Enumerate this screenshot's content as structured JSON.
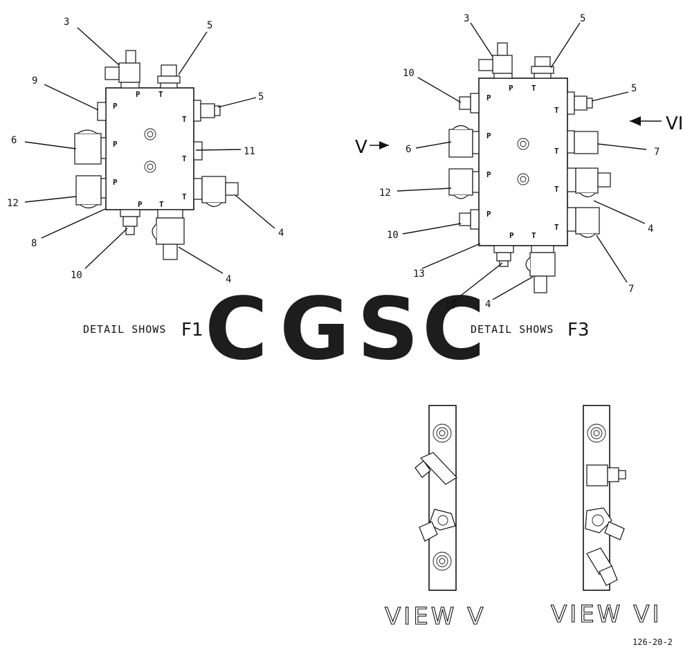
{
  "figure_id": "126-20-2",
  "detail_f1": {
    "caption_prefix": "DETAIL SHOWS",
    "caption_code": "F1",
    "callouts": [
      "3",
      "5",
      "9",
      "5",
      "6",
      "11",
      "12",
      "8",
      "10",
      "4",
      "4"
    ],
    "ports": [
      "P",
      "T",
      "P",
      "T",
      "P",
      "T",
      "P",
      "T",
      "P",
      "T",
      "P",
      "T"
    ]
  },
  "detail_f3": {
    "caption_prefix": "DETAIL SHOWS",
    "caption_code": "F3",
    "callouts": [
      "3",
      "5",
      "10",
      "5",
      "6",
      "7",
      "12",
      "4",
      "10",
      "7",
      "13",
      "10",
      "4"
    ],
    "ports": [
      "P",
      "T",
      "P",
      "T",
      "P",
      "T",
      "P",
      "T",
      "P",
      "T",
      "P",
      "T"
    ],
    "view_arrow_v": "V",
    "view_arrow_vi": "VI"
  },
  "view_v": {
    "label": "VIEW V"
  },
  "view_vi": {
    "label": "VIEW VI"
  },
  "watermark": {
    "letters": [
      "C",
      "G",
      "S",
      "C"
    ],
    "colors": [
      "#7baaf7",
      "#f28b82",
      "#fdd663",
      "#81c995"
    ]
  }
}
